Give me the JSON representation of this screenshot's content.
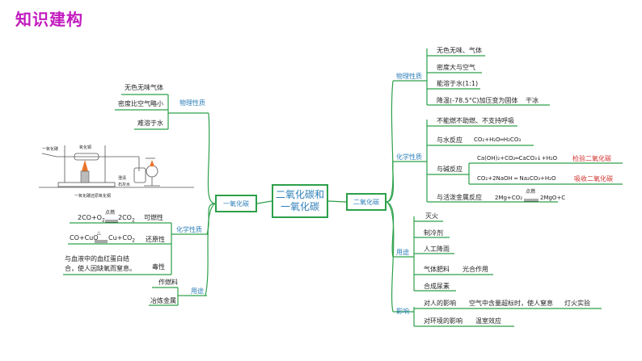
{
  "title": "知识建构",
  "center": {
    "line1": "二氧化碳和",
    "line2": "一氧化碳"
  },
  "co": {
    "label": "一氧化碳",
    "physical": {
      "label": "物理性质",
      "items": [
        "无色无味气体",
        "密度比空气略小",
        "难溶于水"
      ]
    },
    "apparatus": {
      "left_label": "一氧化碳",
      "top_label": "氧化铜",
      "right_label1": "澄清",
      "right_label2": "石灰水",
      "caption": "一氧化碳还原氧化铜"
    },
    "chemical": {
      "label": "化学性质",
      "eq1": {
        "condition": "点燃",
        "left": "2CO+O",
        "right": "2CO",
        "property": "可燃性"
      },
      "eq2": {
        "condition": "△",
        "left": "CO+CuO",
        "right": "Cu+CO",
        "property": "还原性"
      },
      "toxic_line1": "与血液中的血红蛋白结",
      "toxic_line2": "合，使人因缺氧而窒息。",
      "toxic_property": "毒性"
    },
    "uses": {
      "label": "用途",
      "items": [
        "作燃料",
        "冶炼金属"
      ]
    }
  },
  "co2": {
    "label": "二氧化碳",
    "physical": {
      "label": "物理性质",
      "items": [
        "无色无味、气体",
        "密度大与空气",
        "能溶于水(1:1)",
        "降温(-78.5°C)加压变为固体"
      ],
      "dry_ice": "干冰"
    },
    "chemical": {
      "label": "化学性质",
      "items": [
        "不能燃不助燃、不支持呼吸",
        "与水反应",
        "与碱反应",
        "与活泼金属反应"
      ],
      "water_eq": "CO₂+H₂O═H₂CO₃",
      "alkali_eq1": "Ca(OH)₂+CO₂═CaCO₃↓+H₂O",
      "alkali_eq2": "CO₂+2NaOH ═ Na₂CO₃+H₂O",
      "alkali_note1": "检验二氧化碳",
      "alkali_note2": "吸收二氧化碳",
      "metal_condition": "点燃",
      "metal_eq_left": "2Mg+CO₂",
      "metal_eq_right": "2MgO+C"
    },
    "uses": {
      "label": "用途",
      "items": [
        "灭火",
        "制冷剂",
        "人工降雨",
        "气体肥料",
        "合成尿素"
      ],
      "photosynthesis": "光合作用"
    },
    "impact": {
      "label": "影响",
      "human": "对人的影响",
      "human_detail": "空气中含量超标时，使人窒息",
      "human_exp": "灯火实验",
      "env": "对环境的影响",
      "env_detail": "温室效应"
    }
  },
  "colors": {
    "title": "#c21bbf",
    "line": "#2da04a",
    "label": "#2e7fb8",
    "note": "#d0312d"
  }
}
